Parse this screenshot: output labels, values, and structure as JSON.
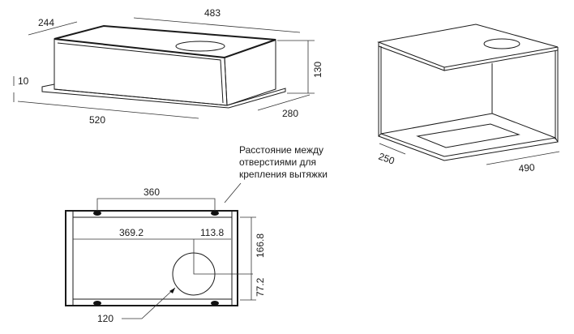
{
  "top_view": {
    "width_top": "483",
    "depth_top": "244",
    "height": "130",
    "flange": "10",
    "width_bottom": "520",
    "depth_bottom": "280"
  },
  "cabinet_view": {
    "depth": "250",
    "width": "490"
  },
  "plan_view": {
    "hole_spacing": "360",
    "offset_x": "369.2",
    "offset_x2": "113.8",
    "offset_y_top": "166.8",
    "offset_y_bottom": "77.2",
    "duct_diameter": "120",
    "note_lines": [
      "Расстояние между",
      "отверстиями для",
      "крепления вытяжки"
    ]
  }
}
